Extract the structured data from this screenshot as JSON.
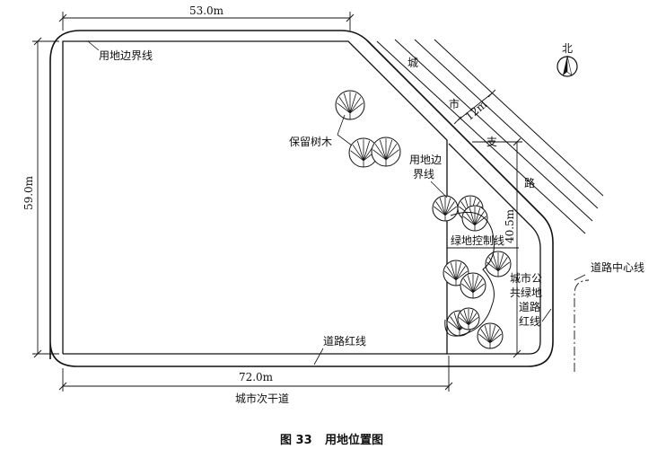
{
  "dimensions": {
    "top_width": "53.0m",
    "left_height": "59.0m",
    "bottom_width": "72.0m",
    "road_width": "12m",
    "right_height": "40.5m"
  },
  "labels": {
    "site_boundary_top": "用地边界线",
    "preserved_trees": "保留树木",
    "site_boundary_inner_line1": "用地边",
    "site_boundary_inner_line2": "界线",
    "green_control_line": "绿地控制线",
    "public_green_line1": "城市公",
    "public_green_line2": "共绿地",
    "road_red_line_right_line1": "道路",
    "road_red_line_right_line2": "红线",
    "road_red_line_bottom": "道路红线",
    "road_center_line": "道路中心线",
    "street_name_bottom": "城市次干道",
    "branch_road_chars": [
      "城",
      "市",
      "支",
      "路"
    ],
    "north": "北"
  },
  "caption": {
    "figure_number": "图 33",
    "figure_title": "用地位置图"
  }
}
